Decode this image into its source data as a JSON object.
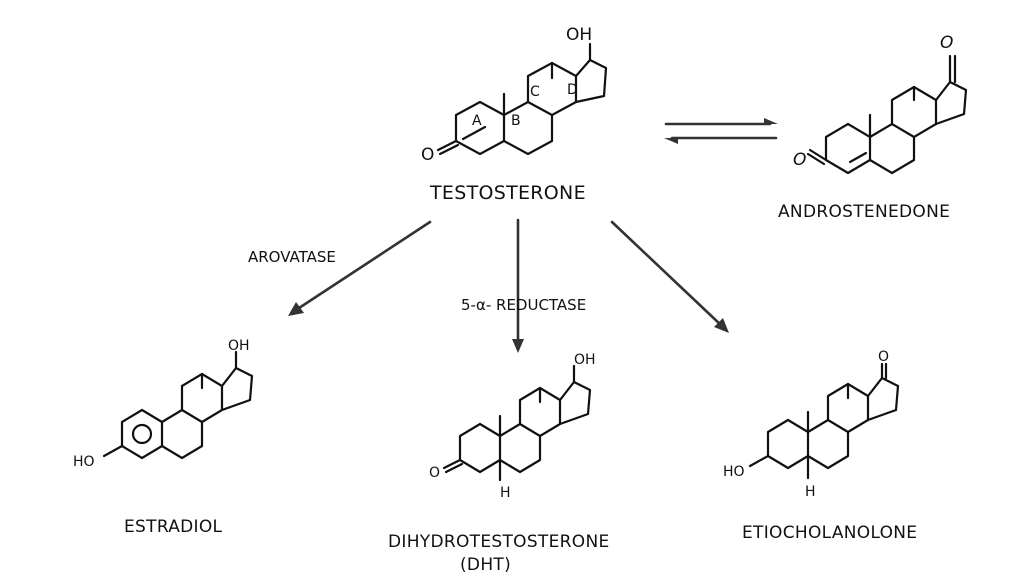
{
  "molecules": {
    "testosterone": {
      "name": "TESTOSTERONE",
      "oh": "OH",
      "o": "O",
      "rings": [
        "A",
        "B",
        "C",
        "D"
      ]
    },
    "androstenedione": {
      "name": "ANDROSTENEDONE",
      "o_top": "O",
      "o_left": "O"
    },
    "estradiol": {
      "name": "ESTRADIOL",
      "oh": "OH",
      "ho": "HO"
    },
    "dht": {
      "name": "DIHYDROTESTOSTERONE",
      "abbr": "(DHT)",
      "oh": "OH",
      "o": "O",
      "h": "H"
    },
    "etiocholanolone": {
      "name": "ETIOCHOLANOLONE",
      "o": "O",
      "ho": "HO",
      "h": "H"
    }
  },
  "enzymes": {
    "aromatase": "AROVATASE",
    "reductase": "5-α- REDUCTASE"
  }
}
